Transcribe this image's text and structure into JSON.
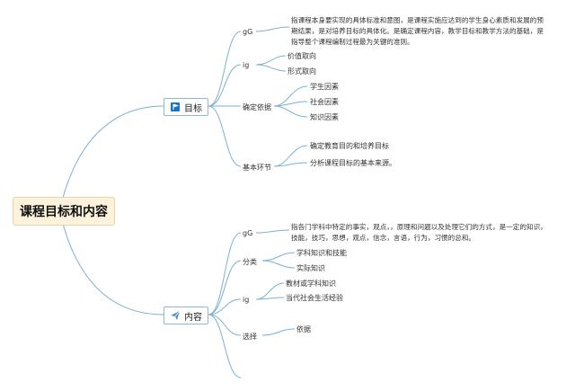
{
  "root": {
    "title": "课程目标和内容"
  },
  "branches": {
    "goal": {
      "label": "目标",
      "icon": "flag-icon",
      "definition_key": "gG",
      "definition_text": "指课程本身要实现的具体标准和意图，是课程实施应达到的学生身心素质和发展的预期结果，是对培养目标的具体化。是确定课程内容，教学目标和教学方法的基础，是指导整个课程编制过程最为关键的准则。",
      "orientation_key": "ig",
      "orientation_items": [
        "价值取向",
        "形式取向"
      ],
      "basis_label": "确定依据",
      "basis_items": [
        "学生因素",
        "社会因素",
        "知识因素"
      ],
      "steps_label": "基本环节",
      "steps_items": [
        "确定教育目的和培养目标",
        "分析课程目标的基本来源。"
      ]
    },
    "content": {
      "label": "内容",
      "icon": "paper-plane-icon",
      "definition_key": "gG",
      "definition_text": "指各门学科中特定的事实，观点，，原理和问题以及处理它们的方式，是一定的知识，技能，技巧，思想，观点，信念，言语，行为，习惯的总和。",
      "classify_label": "分类",
      "classify_items": [
        "学科知识和技能",
        "实际知识"
      ],
      "orientation_key": "ig",
      "orientation_items": [
        "教材或学科知识",
        "当代社会生活经验"
      ],
      "select_label": "选择",
      "select_items": [
        "依据"
      ]
    }
  },
  "colors": {
    "line": "#7db0d3",
    "root_bg": "#fdf3dd",
    "node_border": "#8fb8d6",
    "flag": "#1e73be",
    "plane": "#4a90c8"
  }
}
